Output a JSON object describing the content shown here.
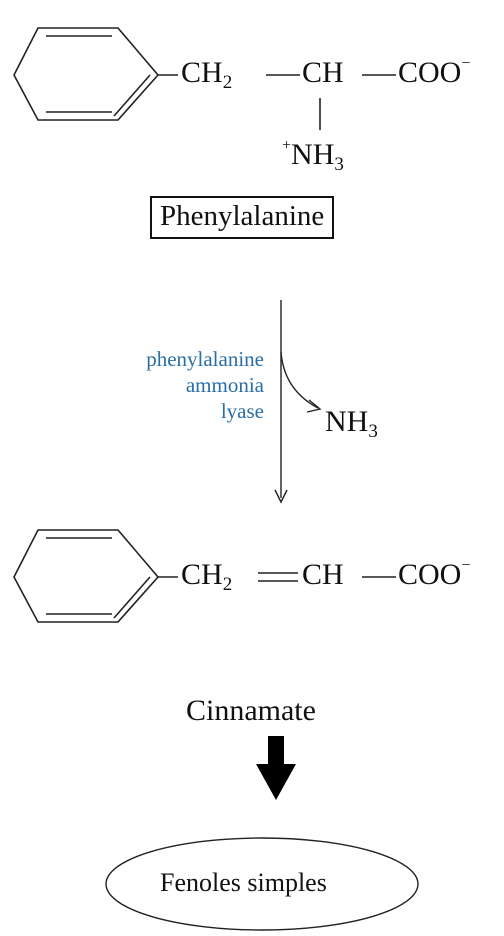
{
  "molecules": {
    "phenylalanine": {
      "name": "Phenylalanine",
      "ch2": "CH",
      "ch2_sub": "2",
      "ch": "CH",
      "coo": "COO",
      "charge_minus": "−",
      "nh3_charge": "+",
      "nh3": "NH",
      "nh3_sub": "3"
    },
    "cinnamate": {
      "name": "Cinnamate",
      "ch2": "CH",
      "ch2_sub": "2",
      "ch": "CH",
      "coo": "COO",
      "charge_minus": "−"
    }
  },
  "reaction": {
    "enzyme_lines": [
      "phenylalanine",
      "ammonia",
      "lyase"
    ],
    "byproduct": "NH",
    "byproduct_sub": "3"
  },
  "product": {
    "label": "Fenoles simples"
  },
  "colors": {
    "enzyme_text": "#2a6ea6",
    "ink": "#111111"
  }
}
